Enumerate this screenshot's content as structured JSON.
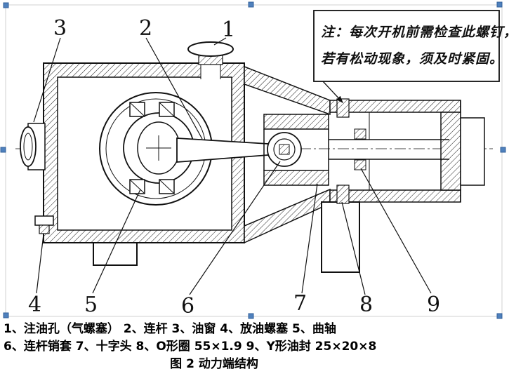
{
  "figure": {
    "note": {
      "line1": "注：每次开机前需检查此螺钉，",
      "line2": "若有松动现象，须及时紧固。"
    },
    "callouts": {
      "c1": "1",
      "c2": "2",
      "c3": "3",
      "c4": "4",
      "c5": "5",
      "c6": "6",
      "c7": "7",
      "c8": "8",
      "c9": "9"
    },
    "caption": {
      "line1": "1、注油孔（气螺塞）  2、连杆  3、油窗  4、放油螺塞  5、曲轴",
      "line2": "6、连杆销套  7、十字头  8、O形圈 55×1.9  9、Y形油封 25×20×8",
      "line3": "图 2  动力端结构"
    }
  }
}
